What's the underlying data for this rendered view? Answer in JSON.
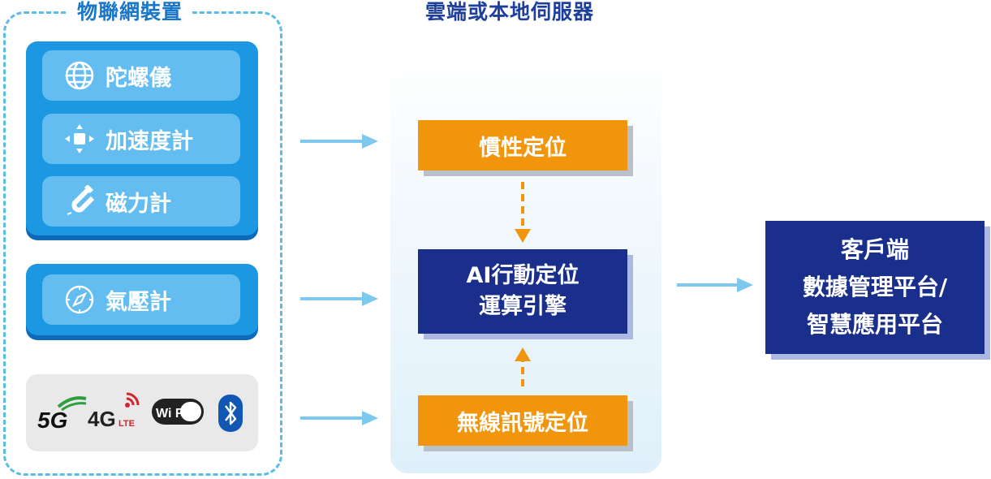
{
  "iot_group": {
    "title": "物聯網裝置",
    "sensors": [
      {
        "label": "陀螺儀",
        "icon": "globe-icon"
      },
      {
        "label": "加速度計",
        "icon": "move-arrows-icon"
      },
      {
        "label": "磁力計",
        "icon": "magnet-icon"
      }
    ],
    "barometer": {
      "label": "氣壓計",
      "icon": "compass-icon"
    },
    "connectivity": {
      "five_g": "5G",
      "four_g": "4G",
      "lte": "LTE",
      "wifi": "Wi Fi",
      "bluetooth_icon": "bluetooth-icon"
    }
  },
  "cloud": {
    "title": "雲端或本地伺服器",
    "inertial": "慣性定位",
    "ai_engine_line1": "AI行動定位",
    "ai_engine_line2": "運算引擎",
    "wireless": "無線訊號定位"
  },
  "client": {
    "line1": "客戶端",
    "line2": "數據管理平台/",
    "line3": "智慧應用平台"
  },
  "colors": {
    "frame_dashed": "#5cbce8",
    "sensor_panel": "#1c98e3",
    "sensor_chip": "#63bdf0",
    "orange_box": "#f0950c",
    "navy_box": "#1a2f8c",
    "arrow": "#7cc8ef",
    "dashed_arrow": "#f0950c"
  }
}
